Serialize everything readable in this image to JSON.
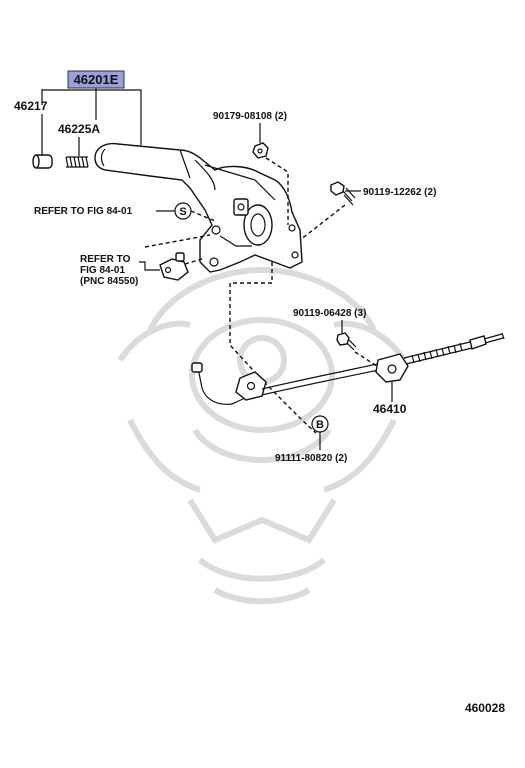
{
  "highlight_color": "#9b9fdc",
  "callouts": {
    "p46201E": "46201E",
    "p46217": "46217",
    "p46225A": "46225A",
    "p90179": "90179-08108 (2)",
    "p90119a": "90119-12262 (2)",
    "refer1": "REFER TO FIG 84-01",
    "s_symbol": "S",
    "refer2_l1": "REFER TO",
    "refer2_l2": "FIG 84-01",
    "refer2_l3": "(PNC 84550)",
    "p90119b": "90119-06428 (3)",
    "p46410": "46410",
    "b_symbol": "B",
    "p91111": "91111-80820 (2)"
  },
  "figure_number": "460028"
}
